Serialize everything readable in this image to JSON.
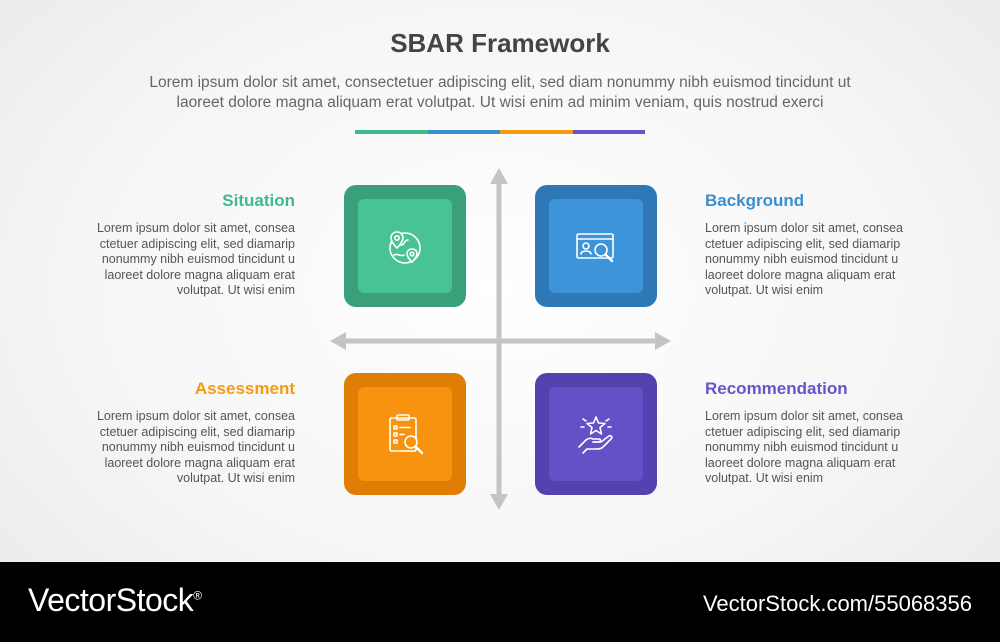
{
  "title": "SBAR Framework",
  "subtitle_line1": "Lorem ipsum dolor sit amet, consectetuer adipiscing elit, sed diam nonummy nibh euismod tincidunt ut",
  "subtitle_line2": "laoreet dolore magna aliquam erat volutpat. Ut wisi enim ad minim veniam, quis nostrud exerci",
  "divider_colors": [
    "#3fb98f",
    "#3a8fd0",
    "#f39c12",
    "#6a52c8"
  ],
  "items": [
    {
      "heading": "Situation",
      "color": "#3fb98f",
      "box_outer": "#3aa07a",
      "box_inner": "#47c394",
      "icon": "globe-location-icon",
      "lines": [
        "Lorem ipsum dolor sit amet, consea",
        "ctetuer adipiscing elit, sed diamarip",
        "nonummy nibh euismod tincidunt u",
        "laoreet dolore magna aliquam erat",
        "volutpat. Ut wisi enim"
      ]
    },
    {
      "heading": "Background",
      "color": "#3a8fd0",
      "box_outer": "#2f78b7",
      "box_inner": "#3d94d8",
      "icon": "id-card-search-icon",
      "lines": [
        "Lorem ipsum dolor sit amet, consea",
        "ctetuer adipiscing elit, sed diamarip",
        "nonummy nibh euismod tincidunt u",
        "laoreet dolore magna aliquam erat",
        "volutpat. Ut wisi enim"
      ]
    },
    {
      "heading": "Assessment",
      "color": "#f39c12",
      "box_outer": "#e07d05",
      "box_inner": "#f7930e",
      "icon": "clipboard-search-icon",
      "lines": [
        "Lorem ipsum dolor sit amet, consea",
        "ctetuer adipiscing elit, sed diamarip",
        "nonummy nibh euismod tincidunt u",
        "laoreet dolore magna aliquam erat",
        "volutpat. Ut wisi enim"
      ]
    },
    {
      "heading": "Recommendation",
      "color": "#6a52c8",
      "box_outer": "#5442b0",
      "box_inner": "#6650c8",
      "icon": "hand-star-icon",
      "lines": [
        "Lorem ipsum dolor sit amet, consea",
        "ctetuer adipiscing elit, sed diamarip",
        "nonummy nibh euismod tincidunt u",
        "laoreet dolore magna aliquam erat",
        "volutpat. Ut wisi enim"
      ]
    }
  ],
  "footer": {
    "brand": "VectorStock",
    "brand_mark": "®",
    "stock_id": "VectorStock.com/55068356"
  }
}
